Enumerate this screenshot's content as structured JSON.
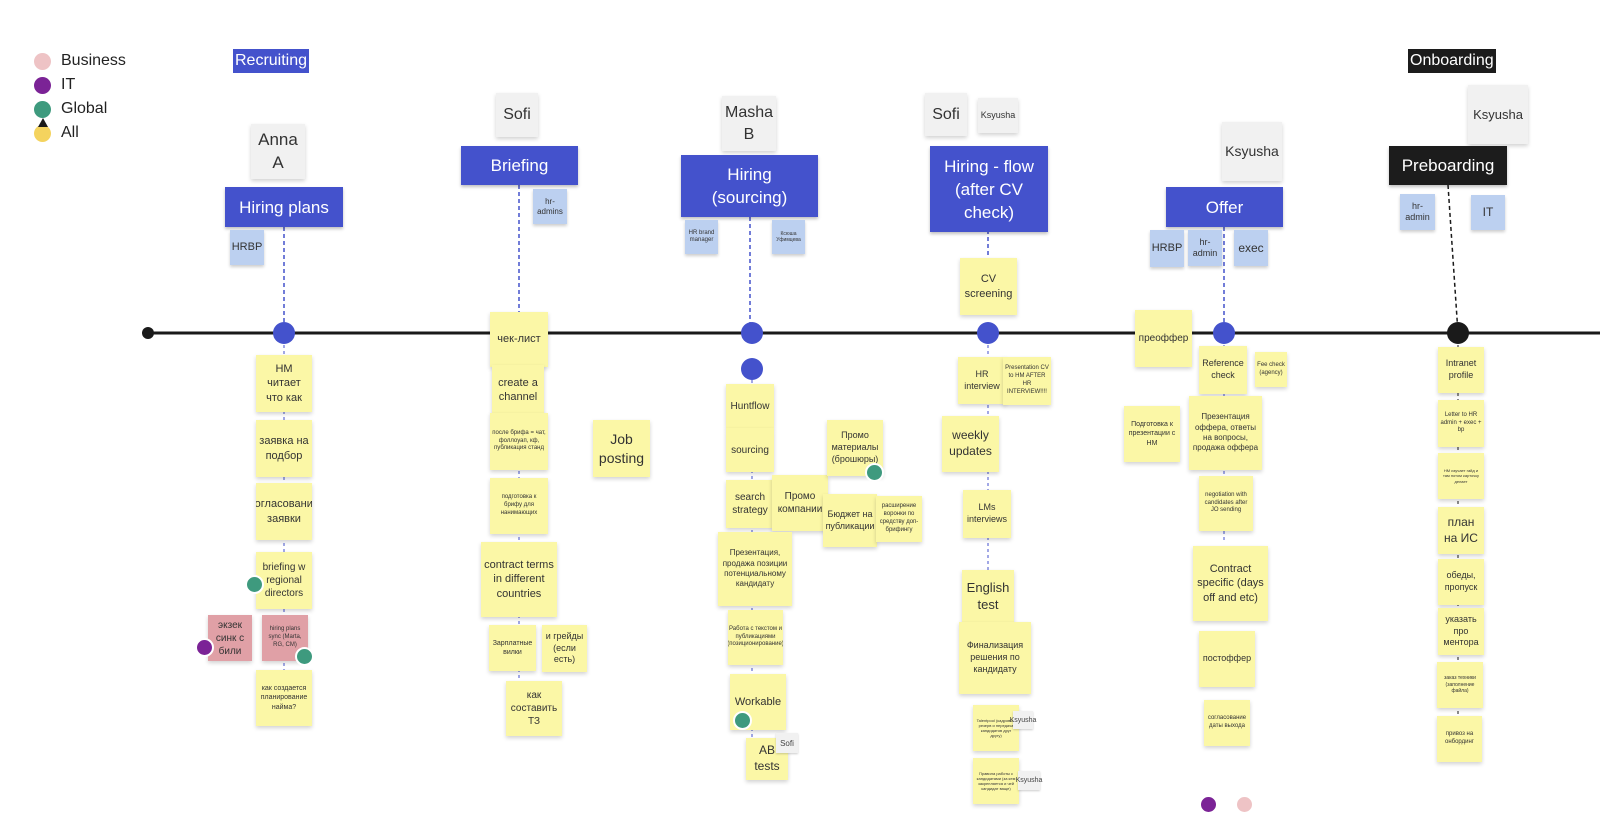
{
  "legend": [
    {
      "label": "Business",
      "color": "#eec3c5"
    },
    {
      "label": "IT",
      "color": "#7b2396"
    },
    {
      "label": "Global",
      "color": "#3e9a7e"
    },
    {
      "label": "All",
      "color": "#f4d35e"
    }
  ],
  "sections": {
    "recruiting": "Recruiting",
    "onboarding": "Onboarding"
  },
  "colors": {
    "phase": "#4452cc",
    "phase_dark": "#1c1c1c",
    "sticky": "#fbf7a6",
    "sticky_pink": "#e0a0a6",
    "role": "#bcd0f0",
    "timeline_node": "#4452cc",
    "timeline_line": "#1a1a1a"
  },
  "phases": [
    {
      "label": "Hiring plans",
      "owners": [
        "Anna A"
      ],
      "roles": [
        "HRBP"
      ]
    },
    {
      "label": "Briefing",
      "owners": [
        "Sofi"
      ],
      "roles": [
        "hr-admins"
      ]
    },
    {
      "label": "Hiring (sourcing)",
      "owners": [
        "Masha B"
      ],
      "roles": [
        "HR brand manager",
        "Ксюша Уфимцева"
      ]
    },
    {
      "label": "Hiring - flow (after CV check)",
      "owners": [
        "Sofi",
        "Ksyusha"
      ],
      "roles": []
    },
    {
      "label": "Offer",
      "owners": [
        "Ksyusha"
      ],
      "roles": [
        "HRBP",
        "hr-admin",
        "exec"
      ]
    },
    {
      "label": "Preboarding",
      "owners": [
        "Ksyusha"
      ],
      "roles": [
        "hr-admin",
        "IT"
      ]
    }
  ],
  "notes": {
    "hiring_plans": [
      "HM читает что как",
      "заявка на подбор",
      "согласование заявки",
      "briefing w regional directors",
      "экзек синк с били",
      "hiring plans sync (Marta, RG, CM)",
      "как создается планирование найма?"
    ],
    "briefing": [
      "чек-лист",
      "create a channel",
      "после брифа = чат, фоллоуап, кф, публикация станд",
      "подготовка к брифу для нанимающих",
      "contract terms in different countries",
      "Зарплатные вилки",
      "и грейды (если есть)",
      "как составить ТЗ",
      "Job posting"
    ],
    "sourcing": [
      "Huntflow",
      "sourcing",
      "search strategy",
      "Промо компании",
      "Промо материалы (брошюры)",
      "Бюджет на публикации",
      "расширение воронки по средству доп-брифингу",
      "Презентация, продажа позиции потенциальному кандидату",
      "Работа с текстом и публикациями (позиционирование)",
      "Workable",
      "AB tests"
    ],
    "flow": [
      "CV screening",
      "HR interview",
      "Presentation CV to HM AFTER HR INTERVIEW!!!!",
      "weekly updates",
      "LMs interviews",
      "English test",
      "Финализация решения по кандидату",
      "Talentpool (кадровый резерв и передача кандидатов друг другу)",
      "Правила работы с кандидатами (за кем закрепляется и чей кандидат ваще)"
    ],
    "offer": [
      "преоффер",
      "Подготовка к презентации с НМ",
      "Reference check",
      "Fee check (agency)",
      "Презентация оффера, ответы на вопросы, продажа оффера",
      "negotiation with candidates after JO sending",
      "Contract specific (days off and etc)",
      "постоффер",
      "согласование даты выхода"
    ],
    "preboarding": [
      "Intranet profile",
      "Letter to HR admin + exec + bp",
      "HM изучает гайд и там потом карточку делает",
      "план на ИС",
      "обеды, пропуск",
      "указать про ментора",
      "заказ техники (заполнение файла)",
      "привоз на онбординг"
    ]
  },
  "tags": {
    "sofi": "Sofi",
    "ksyusha": "Ksyusha"
  }
}
